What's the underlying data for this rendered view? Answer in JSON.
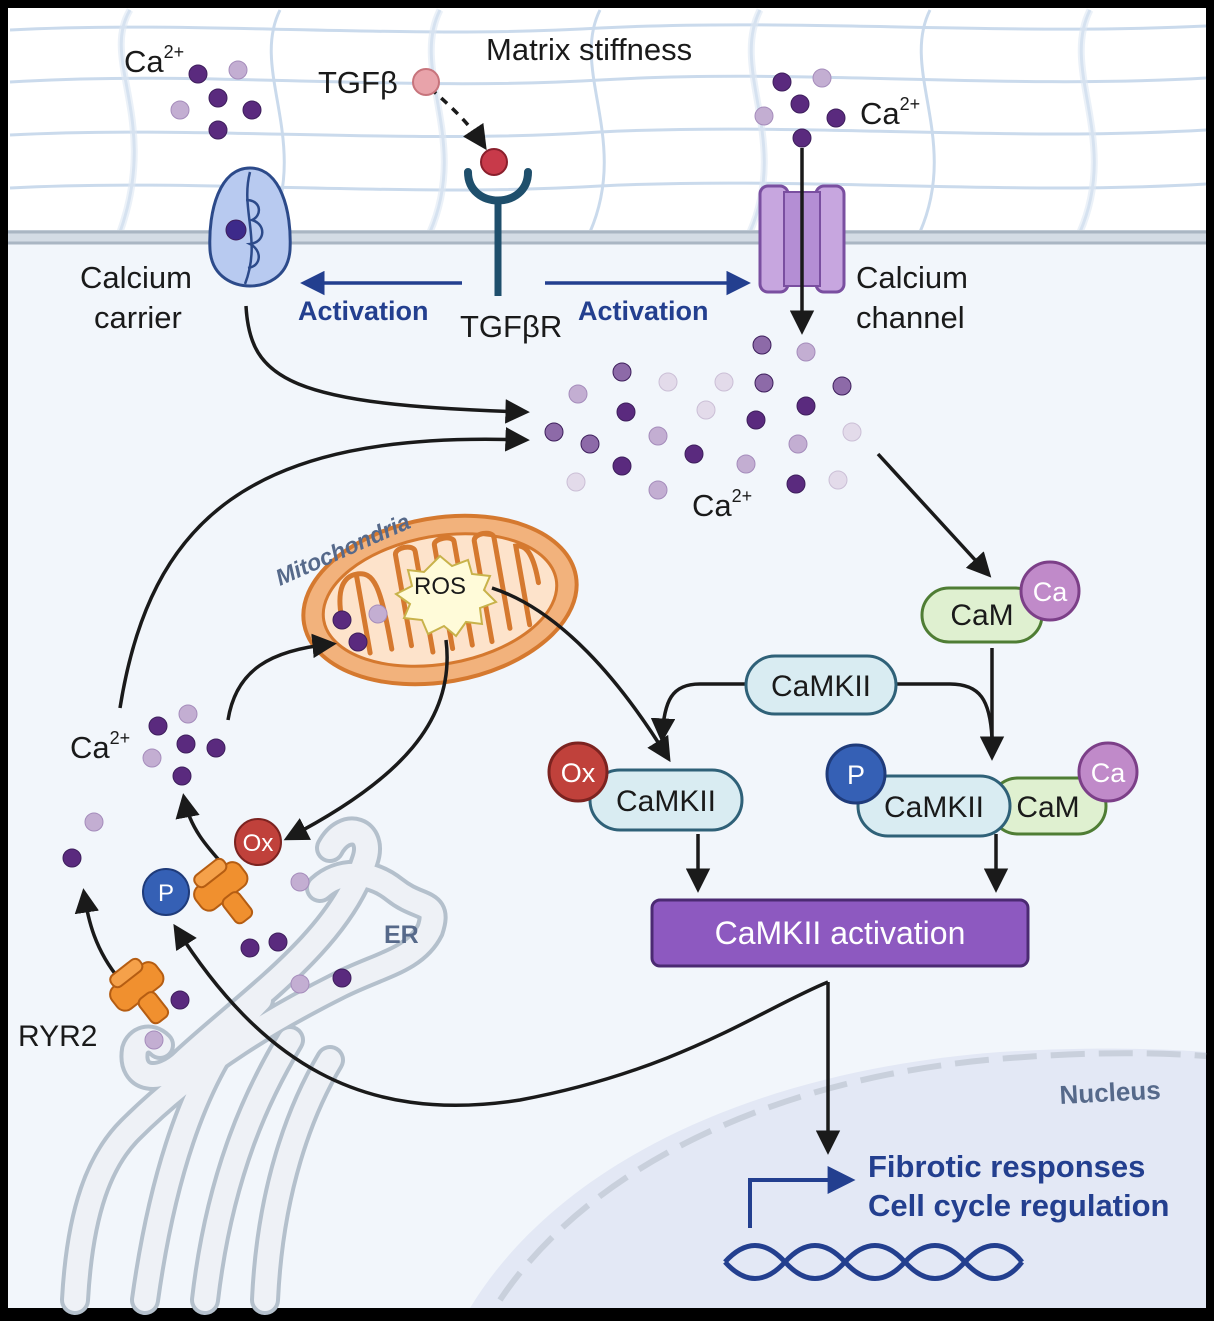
{
  "labels": {
    "matrix_stiffness": "Matrix stiffness",
    "tgfb": "TGFβ",
    "tgfbr": "TGFβR",
    "activation_left": "Activation",
    "activation_right": "Activation",
    "calcium_carrier_line1": "Calcium",
    "calcium_carrier_line2": "carrier",
    "calcium_channel_line1": "Calcium",
    "calcium_channel_line2": "channel",
    "ca_base": "Ca",
    "ca_charge": "2+",
    "mitochondria": "Mitochondria",
    "ros": "ROS",
    "er": "ER",
    "ryr2": "RYR2",
    "ox": "Ox",
    "p": "P",
    "cam": "CaM",
    "ca_short": "Ca",
    "camkii": "CaMKII",
    "camkii_activation": "CaMKII activation",
    "nucleus": "Nucleus",
    "fibrotic_responses": "Fibrotic responses",
    "cell_cycle_regulation": "Cell cycle regulation"
  },
  "colors": {
    "background": "#f2f6fb",
    "extracellular": "#ffffff",
    "membrane": "#b6c2cf",
    "activation_blue": "#233f8f",
    "ca_dark": "#5a2a7e",
    "ca_light": "#c3aed2",
    "mito_orange": "#f2b27c",
    "camkii_fill": "#d9ecf2",
    "cam_fill": "#dff0d0",
    "ca_badge": "#c08ac9",
    "ox_red": "#c0413b",
    "p_blue": "#3560b5",
    "activation_box": "#8d59c0",
    "nucleus_fill": "#e3e8f5",
    "text_dark": "#1a1a1a",
    "text_blue": "#233f8f",
    "text_slate": "#56698a"
  }
}
